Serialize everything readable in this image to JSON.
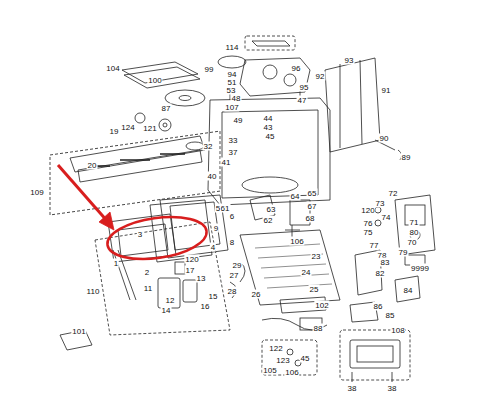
{
  "diagram": {
    "labels": [
      "114",
      "104",
      "99",
      "100",
      "94",
      "96",
      "51",
      "53",
      "95",
      "93",
      "92",
      "91",
      "48",
      "47",
      "107",
      "87",
      "124",
      "121",
      "19",
      "49",
      "44",
      "43",
      "45",
      "33",
      "32",
      "37",
      "90",
      "89",
      "41",
      "20",
      "40",
      "109",
      "61",
      "62",
      "63",
      "5",
      "6",
      "9",
      "8",
      "4",
      "3",
      "106",
      "64",
      "65",
      "67",
      "68",
      "72",
      "120",
      "73",
      "74",
      "76",
      "75",
      "71",
      "80",
      "70",
      "79",
      "77",
      "78",
      "83",
      "82",
      "9999",
      "84",
      "86",
      "85",
      "108",
      "23",
      "24",
      "29",
      "27",
      "28",
      "26",
      "25",
      "102",
      "88",
      "1",
      "2",
      "120",
      "110",
      "11",
      "13",
      "17",
      "12",
      "14",
      "15",
      "16",
      "101",
      "122",
      "123",
      "45",
      "105",
      "106",
      "38",
      "38"
    ]
  }
}
